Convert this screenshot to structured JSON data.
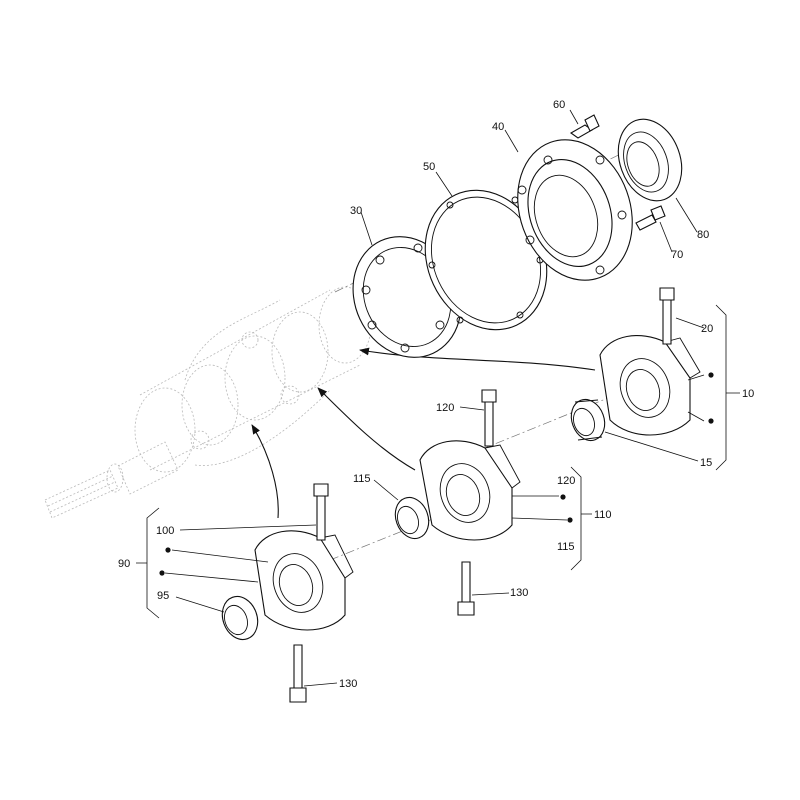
{
  "labels": {
    "p10": "10",
    "p15": "15",
    "p20": "20",
    "p30": "30",
    "p40": "40",
    "p50": "50",
    "p60": "60",
    "p70": "70",
    "p80": "80",
    "p90": "90",
    "p95": "95",
    "p100": "100",
    "p110": "110",
    "p115a": "115",
    "p115b": "115",
    "p120a": "120",
    "p120b": "120",
    "p130a": "130",
    "p130b": "130"
  }
}
